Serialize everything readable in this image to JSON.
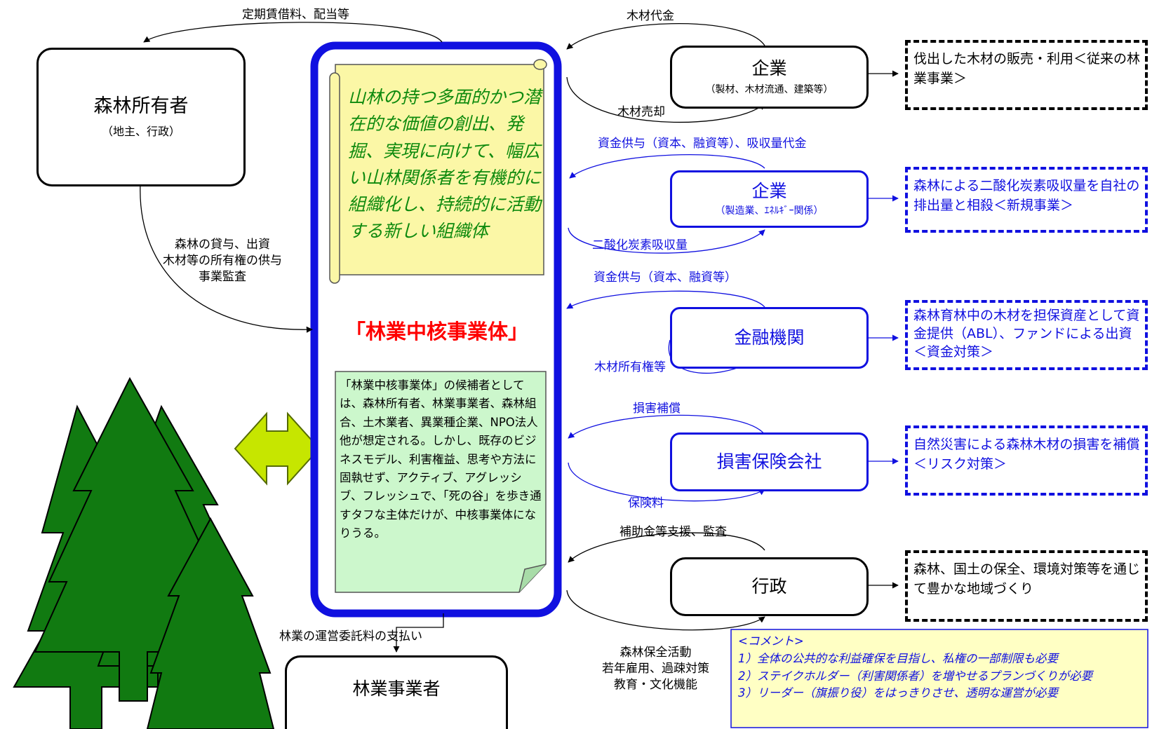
{
  "owner": {
    "title": "森林所有者",
    "sub": "（地主、行政）"
  },
  "center": {
    "scroll_text": "山林の持つ多面的かつ潜在的な価値の創出、発掘、実現に向けて、幅広い山林関係者を有機的に組織化し、持続的に活動する新しい組織体",
    "title": "「林業中核事業体」",
    "note": "「林業中核事業体」の候補者としては、森林所有者、林業事業者、森林組合、土木業者、異業種企業、NPO法人他が想定される。しかし、既存のビジネスモデル、利害権益、思考や方法に固執せず、アクティブ、アグレッシブ、フレッシュで、「死の谷」を歩き通すタフな主体だけが、中核事業体になりうる。"
  },
  "operator": {
    "title": "林業事業者"
  },
  "labels": {
    "owner_top": "定期賃借料、配当等",
    "owner_lines": [
      "森林の貸与、出資",
      "木材等の所有権の供与",
      "事業監査"
    ],
    "operator_pay": "林業の運営委託料の支払い",
    "wood_payment": "木材代金",
    "wood_sale": "木材売却",
    "funding_co2": "資金供与（資本、融資等）、吸収量代金",
    "co2_absorb": "二酸化炭素吸収量",
    "funding": "資金供与（資本、融資等）",
    "wood_ownership": "木材所有権等",
    "damage_comp": "損害補償",
    "premium": "保険料",
    "subsidy": "補助金等支援、監査",
    "gov_lines": [
      "森林保全活動",
      "若年雇用、過疎対策",
      "教育・文化機能"
    ]
  },
  "entities": [
    {
      "title": "企業",
      "sub": "（製材、木材流通、建築等）"
    },
    {
      "title": "企業",
      "sub": "（製造業、ｴﾈﾙｷﾞｰ関係）"
    },
    {
      "title": "金融機関",
      "sub": ""
    },
    {
      "title": "損害保険会社",
      "sub": ""
    },
    {
      "title": "行政",
      "sub": ""
    }
  ],
  "outcomes": [
    "伐出した木材の販売・利用＜従来の林業事業＞",
    "森林による二酸化炭素吸収量を自社の排出量と相殺＜新規事業＞",
    "森林育林中の木材を担保資産として資金提供（ABL）、ファンドによる出資＜資金対策＞",
    "自然災害による森林木材の損害を補償＜リスク対策＞",
    "森林、国土の保全、環境対策等を通じて豊かな地域づくり"
  ],
  "comment": {
    "header": "<コメント>",
    "lines": [
      "1）全体の公共的な利益確保を目指し、私権の一部制限も必要",
      "2）ステイクホルダー（利害関係者）を増やせるプランづくりが必要",
      "3）リーダー（旗振り役）をはっきりさせ、透明な運営が必要"
    ]
  },
  "colors": {
    "blue": "#1010e0",
    "tree": "#117a11",
    "scroll": "#fbf7a6",
    "note": "#ccf7cc",
    "title_red": "#ff0000",
    "comment_bg": "#ffffc4"
  }
}
